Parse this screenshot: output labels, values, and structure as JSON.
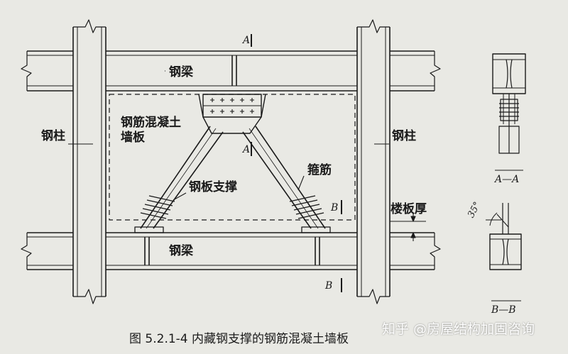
{
  "figure": {
    "caption": "图 5.2.1-4   内藏钢支撑的钢筋混凝土墙板",
    "watermark": "知乎 @房屋结构加固咨询"
  },
  "labels": {
    "top_beam": "钢梁",
    "bottom_beam": "钢梁",
    "left_column": "钢柱",
    "right_column": "钢柱",
    "wall_panel_line1": "钢筋混凝土",
    "wall_panel_line2": "墙板",
    "brace": "钢板支撑",
    "stirrup": "箍筋",
    "slab_thickness": "楼板厚"
  },
  "section_marks": {
    "a_top": "A",
    "a_mid": "A",
    "b_mid": "B",
    "b_bottom": "B"
  },
  "detail_views": {
    "aa_title": "A—A",
    "bb_title": "B—B",
    "angle": "35°"
  },
  "colors": {
    "paper": "#e9e9e4",
    "ink": "#1a1a1a"
  }
}
